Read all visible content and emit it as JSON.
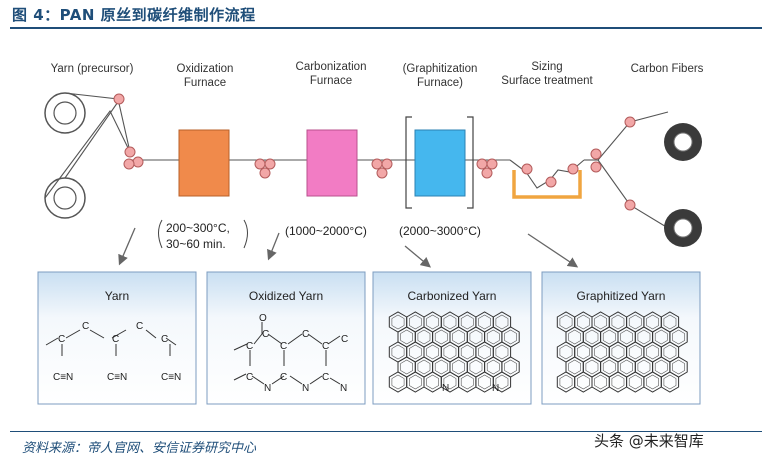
{
  "title": "图 4：PAN 原丝到碳纤维制作流程",
  "stages": [
    {
      "line1": "Yarn (precursor)",
      "line2": ""
    },
    {
      "line1": "Oxidization",
      "line2": "Furnace"
    },
    {
      "line1": "Carbonization",
      "line2": "Furnace"
    },
    {
      "line1": "(Graphitization",
      "line2": "Furnace)"
    },
    {
      "line1": "Sizing",
      "line2": "Surface treatment"
    },
    {
      "line1": "Carbon Fibers",
      "line2": ""
    }
  ],
  "conditions": {
    "oxidization_1": "200~300°C,",
    "oxidization_2": "30~60 min.",
    "carbonization": "(1000~2000°C)",
    "graphitization": "(2000~3000°C)"
  },
  "structures": [
    {
      "label": "Yarn"
    },
    {
      "label": "Oxidized Yarn"
    },
    {
      "label": "Carbonized Yarn"
    },
    {
      "label": "Graphitized Yarn"
    }
  ],
  "atoms": {
    "c": "C",
    "n": "N",
    "o": "O",
    "cn": "C≡N"
  },
  "colors": {
    "oxidization_furnace": "#f08a4b",
    "carbonization_furnace": "#f27cc4",
    "graphitization_furnace": "#45b7ee",
    "roller": "#f2a7a7",
    "sizing_bath": "#f0a540",
    "title": "#1f4e79"
  },
  "source": "资料来源：帝人官网、安信证券研究中心",
  "watermark": "头条 @未来智库"
}
